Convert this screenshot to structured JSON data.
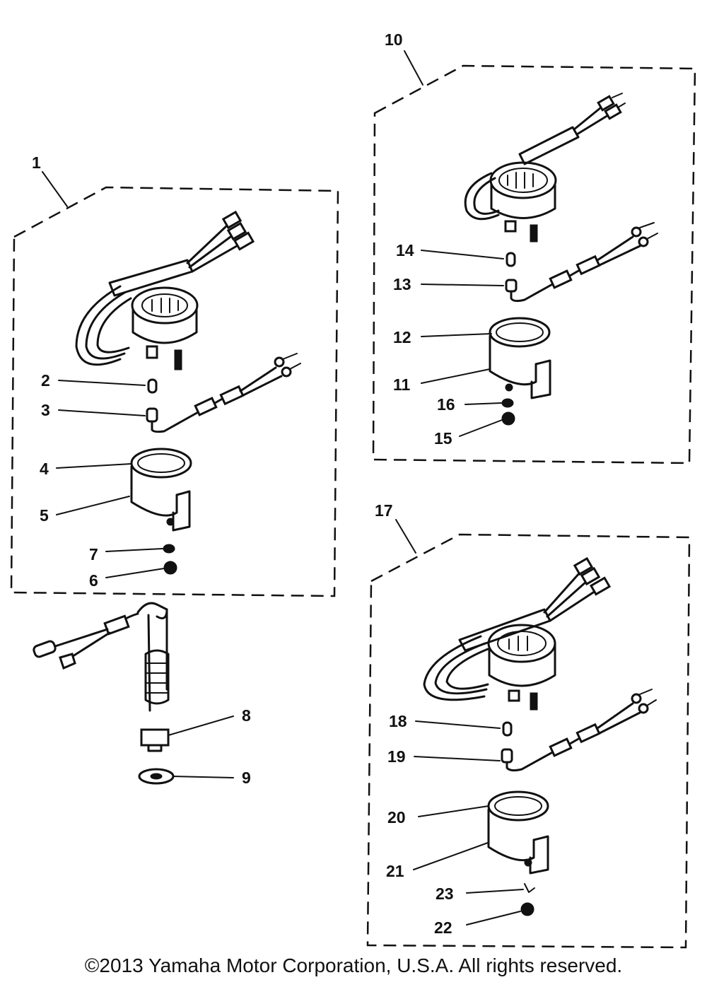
{
  "callouts": {
    "c1": "1",
    "c2": "2",
    "c3": "3",
    "c4": "4",
    "c5": "5",
    "c6": "6",
    "c7": "7",
    "c8": "8",
    "c9": "9",
    "c10": "10",
    "c11": "11",
    "c12": "12",
    "c13": "13",
    "c14": "14",
    "c15": "15",
    "c16": "16",
    "c17": "17",
    "c18": "18",
    "c19": "19",
    "c20": "20",
    "c21": "21",
    "c22": "22",
    "c23": "23"
  },
  "copyright": "©2013 Yamaha Motor Corporation, U.S.A. All rights reserved."
}
